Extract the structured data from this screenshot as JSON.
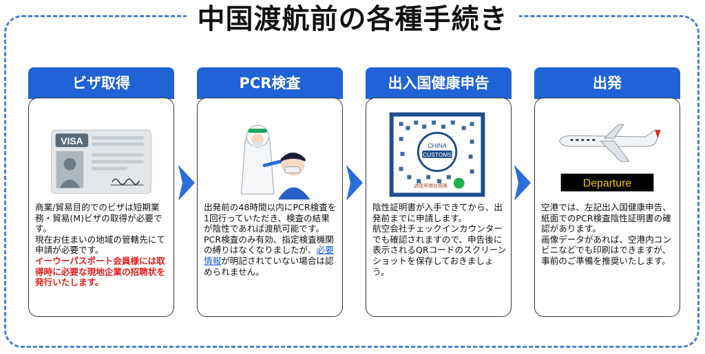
{
  "title": "中国渡航前の各種手続き",
  "steps": [
    {
      "header": "ビザ取得",
      "image_label": "VISA",
      "paragraphs": [
        "商業/貿易目的でのビザは短期業務・貿易(M)ビザの取得が必要です。",
        "現在お住まいの地域の管轄先にて申請が必要です。"
      ],
      "highlight": "イーウーパスポート会員様には取得時に必要な現地企業の招聘状を発行いたします。"
    },
    {
      "header": "PCR検査",
      "paragraphs": [
        "出発前の48時間以内にPCR検査を1回行っていただき、検査の結果が陰性であれば渡航可能です。"
      ],
      "para2_before": "PCR検査のみ有効、指定検査機関の縛りはなくなりましたが、",
      "link_text": "必要情報",
      "para2_after": "が明記されていない場合は認められません。"
    },
    {
      "header": "出入国健康申告",
      "qr_label_line1": "CHINA",
      "qr_label_line2": "CUSTOMS",
      "qr_footer": "請使用微信掃碼",
      "paragraphs": [
        "陰性証明書が入手できてから、出発前までに申請します。",
        "航空会社チェックインカウンターでも確認されますので、申告後に表示されるQRコードのスクリーンショットを保存しておきましょう。"
      ]
    },
    {
      "header": "出発",
      "sign": "Departure",
      "paragraphs": [
        "空港では、左記出入国健康申告、紙面でのPCR検査陰性証明書の確認があります。",
        "画像データがあれば、空港内コンビニなどでも印刷はできますが、事前のご準備を推奨いたします。"
      ]
    }
  ],
  "colors": {
    "accent": "#1f63d6",
    "highlight": "#e51b1b",
    "link": "#1a5fc9"
  }
}
